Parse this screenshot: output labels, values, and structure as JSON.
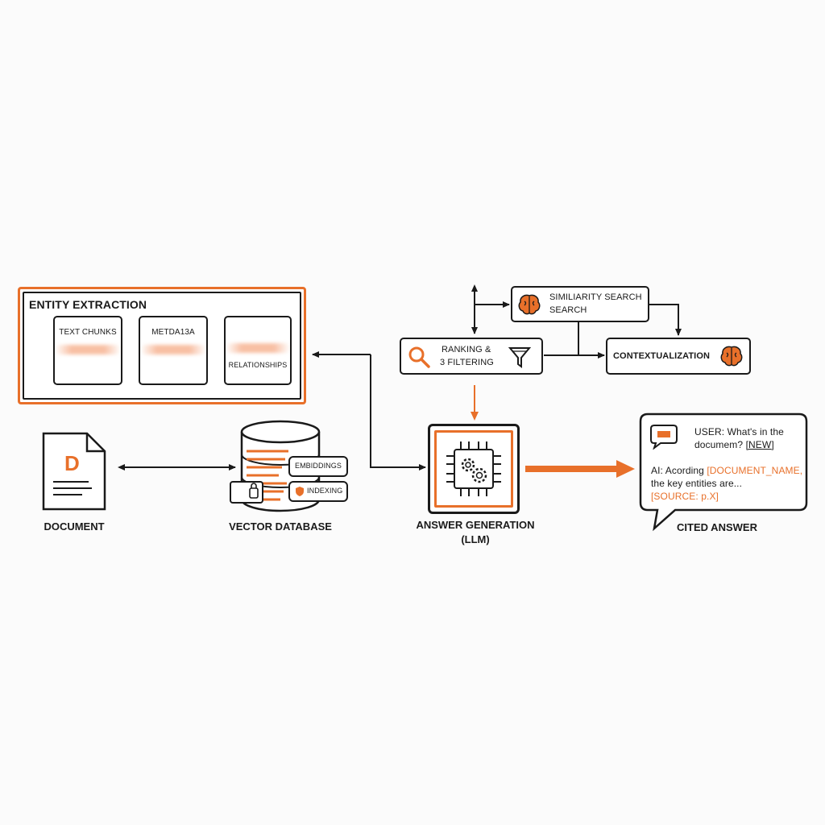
{
  "colors": {
    "accent": "#e8702a",
    "ink": "#1a1a1a",
    "background": "#fbfbfb"
  },
  "entity_extraction": {
    "title": "ENTITY EXTRACTION",
    "steps": [
      "TEXT CHUNKS",
      "METDA13A",
      "RELATIONSHIPS"
    ]
  },
  "document": {
    "letter": "D",
    "caption": "DOCUMENT",
    "icon": "document-icon"
  },
  "vector_db": {
    "caption": "VECTOR DATABASE",
    "embeddings": "EMBIDDINGS",
    "indexing": "INDEXING",
    "icons": [
      "database-icon",
      "lock-icon",
      "shield-icon"
    ]
  },
  "similarity": {
    "line1": "SIMILIARITY SEARCH",
    "line2": "SEARCH",
    "icon": "brain-icon"
  },
  "ranking": {
    "line1": "RANKING &",
    "line2": "3 FILTERING",
    "icons": [
      "magnifier-icon",
      "funnel-icon"
    ]
  },
  "contextualization": {
    "label": "CONTEXTUALIZATION",
    "icon": "brain-icon"
  },
  "answer_generation": {
    "line1": "ANSWER GENERATION",
    "line2": "(LLM)",
    "icon": "chip-gears-icon"
  },
  "cited_answer": {
    "caption": "CITED ANSWER",
    "user_line1": "USER: What's in the",
    "user_line2_a": "documem?",
    "user_line2_b": "[NEW]",
    "ai_line1_a": "AI: Acording",
    "ai_line1_b": "[DOCUMENT_NAME,",
    "ai_line2": "the key entities are...",
    "ai_line3": "[SOURCE: p.X]",
    "icon": "chat-bubble-icon"
  }
}
